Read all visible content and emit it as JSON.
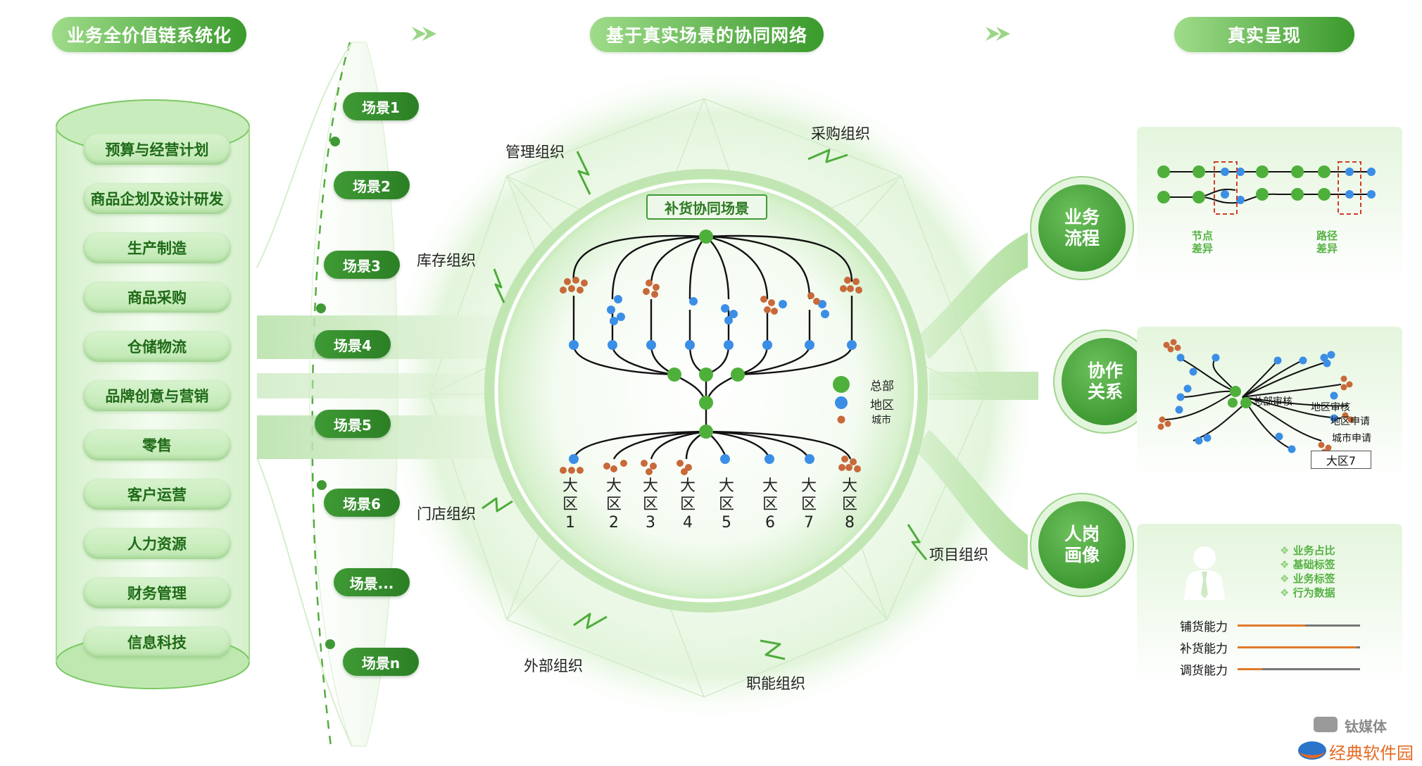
{
  "headers": {
    "left": "业务全价值链系统化",
    "middle": "基于真实场景的协同网络",
    "right": "真实呈现"
  },
  "value_chain": [
    "预算与经营计划",
    "商品企划及设计研发",
    "生产制造",
    "商品采购",
    "仓储物流",
    "品牌创意与营销",
    "零售",
    "客户运营",
    "人力资源",
    "财务管理",
    "信息科技"
  ],
  "scenes": [
    "场景1",
    "场景2",
    "场景3",
    "场景4",
    "场景5",
    "场景6",
    "场景...",
    "场景n"
  ],
  "orgs": {
    "management": "管理组织",
    "purchasing": "采购组织",
    "inventory": "库存组织",
    "store": "门店组织",
    "project": "项目组织",
    "external": "外部组织",
    "functional": "职能组织"
  },
  "core": {
    "title": "补货协同场景",
    "regions": [
      {
        "char1": "大",
        "char2": "区",
        "num": "1"
      },
      {
        "char1": "大",
        "char2": "区",
        "num": "2"
      },
      {
        "char1": "大",
        "char2": "区",
        "num": "3"
      },
      {
        "char1": "大",
        "char2": "区",
        "num": "4"
      },
      {
        "char1": "大",
        "char2": "区",
        "num": "5"
      },
      {
        "char1": "大",
        "char2": "区",
        "num": "6"
      },
      {
        "char1": "大",
        "char2": "区",
        "num": "7"
      },
      {
        "char1": "大",
        "char2": "区",
        "num": "8"
      }
    ],
    "legend": [
      "总部",
      "地区",
      "城市"
    ]
  },
  "outputs": {
    "business_flow": {
      "label": "业务\n流程",
      "diff1": "节点\n差异",
      "diff2": "路径\n差异"
    },
    "collaboration": {
      "label": "协作\n关系",
      "hq": "总部审核",
      "region_audit": "地区审核",
      "region_apply": "地区申请",
      "city_apply": "城市申请",
      "zone": "大区7"
    },
    "persona": {
      "label": "人岗\n画像",
      "tags": [
        "业务占比",
        "基础标签",
        "业务标签",
        "行为数据"
      ],
      "skills": [
        {
          "name": "铺货能力",
          "value": 0.55
        },
        {
          "name": "补货能力",
          "value": 0.97
        },
        {
          "name": "调货能力",
          "value": 0.2
        }
      ]
    }
  },
  "watermark": {
    "brand1": "钛媒体",
    "brand2": "经典软件园"
  },
  "colors": {
    "green_dark": "#2d8a22",
    "green_light": "#bfe8b1",
    "node_blue": "#3b8ee6",
    "node_orange": "#c8693a",
    "skill_bar": "#e07a2a"
  }
}
